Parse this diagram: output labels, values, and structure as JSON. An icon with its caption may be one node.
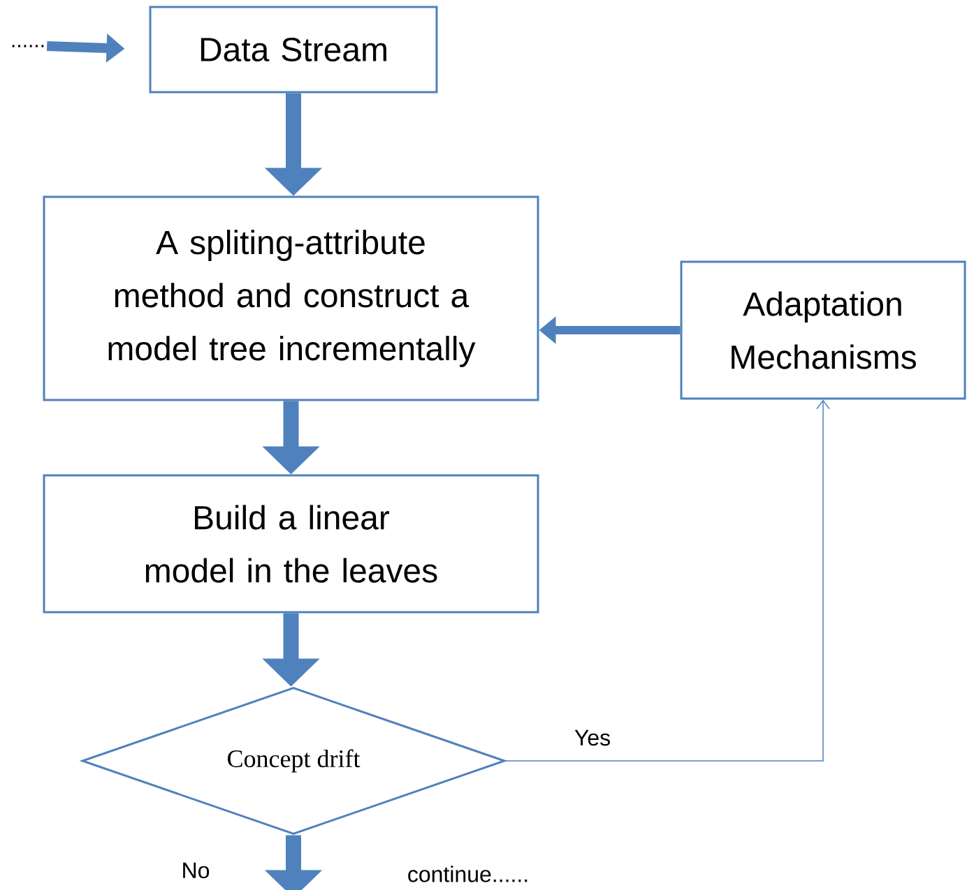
{
  "diagram": {
    "nodes": [
      {
        "text": [
          "......"
        ]
      },
      {
        "text": [
          "Data Stream"
        ]
      },
      {
        "text": [
          "A spliting-attribute method and construct a model tree incrementally"
        ]
      },
      {
        "text": [
          "Build a linear model in the leaves"
        ]
      },
      {
        "text": [
          "Concept drift"
        ]
      },
      {
        "text": [
          "Adaptation Mechanisms"
        ]
      }
    ],
    "edges": [
      {
        "from": 0,
        "to": 1,
        "arrow": "to"
      },
      {
        "from": 1,
        "to": 2,
        "arrow": "to"
      },
      {
        "from": 2,
        "to": 3,
        "arrow": "to"
      },
      {
        "from": 3,
        "to": 4,
        "arrow": "to"
      },
      {
        "from": 4,
        "to": 5,
        "arrow": "to",
        "label": "Yes"
      },
      {
        "from": 5,
        "to": 2,
        "arrow": "to"
      },
      {
        "from": 4,
        "to": null,
        "arrow": "to",
        "label": "No"
      }
    ],
    "labels": [
      "continue......"
    ]
  }
}
